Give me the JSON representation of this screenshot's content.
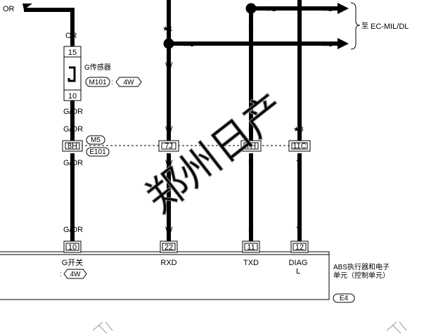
{
  "top": {
    "input_wire": "OR",
    "marker_2a": "★2",
    "marker_2b": "★2",
    "marker_1a": "★1",
    "marker_1b": "★1",
    "marker_1c": "★1",
    "dest_prefix": "至",
    "dest_label": "EC-MIL/DL"
  },
  "g_sensor": {
    "wire_top": "OR",
    "pin_top": "15",
    "label": "G传感器",
    "connector": "M101",
    "separator": ":",
    "variant": "4W",
    "pin_bottom": "10",
    "wire_bottom": "G/OR"
  },
  "junction": {
    "connector_top": "M5",
    "connector_bottom": "E101",
    "pins": [
      "8H",
      "7J",
      "7H",
      "11C"
    ],
    "wire_above": [
      "G/OR",
      "W",
      "L",
      "★3"
    ],
    "wire_below": [
      "G/OR",
      "W",
      "L",
      "Y"
    ],
    "wire_mid": [
      "W",
      "L"
    ]
  },
  "abs_unit": {
    "wire_labels": [
      "G/OR",
      "W",
      "L",
      "Y"
    ],
    "pins": [
      "10",
      "22",
      "11",
      "12"
    ],
    "terminal_names": [
      "G开关",
      "RXD",
      "TXD",
      "DIAG"
    ],
    "terminal_sub": "L",
    "g_switch_variant": "4W",
    "g_switch_separator": ":",
    "title_line1": "ABS执行器和电子",
    "title_line2": "单元（控制单元）",
    "connector": "E4"
  },
  "watermark": {
    "text": "郑州日产"
  }
}
